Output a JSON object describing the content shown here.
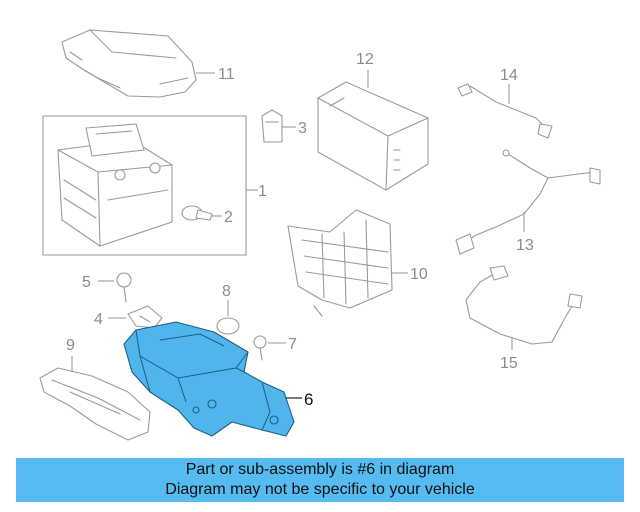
{
  "highlight_color": "#55bbf0",
  "highlighted_part": "6",
  "callouts": {
    "c1": "1",
    "c2": "2",
    "c3": "3",
    "c4": "4",
    "c5": "5",
    "c6": "6",
    "c7": "7",
    "c8": "8",
    "c9": "9",
    "c10": "10",
    "c11": "11",
    "c12": "12",
    "c13": "13",
    "c14": "14",
    "c15": "15"
  },
  "banner": {
    "line1": "Part or sub-assembly is #6 in diagram",
    "line2": "Diagram may not be specific to your vehicle"
  }
}
